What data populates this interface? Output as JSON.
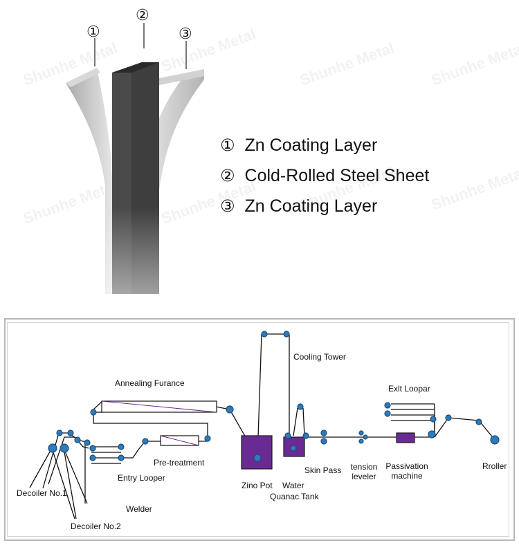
{
  "layer_markers": [
    "①",
    "②",
    "③"
  ],
  "legend": [
    {
      "num": "①",
      "text": "Zn Coating Layer"
    },
    {
      "num": "②",
      "text": "Cold-Rolled Steel Sheet"
    },
    {
      "num": "③",
      "text": "Zn Coating Layer"
    }
  ],
  "process": {
    "decoiler1": "Decoiler No.1",
    "decoiler2": "Decoiler No.2",
    "welder": "Welder",
    "entry_looper": "Entry Looper",
    "pretreatment": "Pre-treatment",
    "annealing": "Annealing  Furance",
    "cooling_tower": "Cooling Tower",
    "zinc_pot": "Zino Pot",
    "water": "Water",
    "quench_tank": "Quanac Tank",
    "skin_pass": "Skin Pass",
    "tension1": "tension",
    "tension2": "leveler",
    "passivation1": "Passivation",
    "passivation2": "machine",
    "exit_looper": "Exlt Loopar",
    "rroller": "Rroller"
  },
  "watermark": "Shunhe Metal",
  "colors": {
    "roller": "#2f7ab8",
    "roller_stroke": "#1c4f7a",
    "tank_fill": "#6a2a94",
    "line": "#111111",
    "coating": "#c9c9c9",
    "steel": "#3a3a3a"
  }
}
